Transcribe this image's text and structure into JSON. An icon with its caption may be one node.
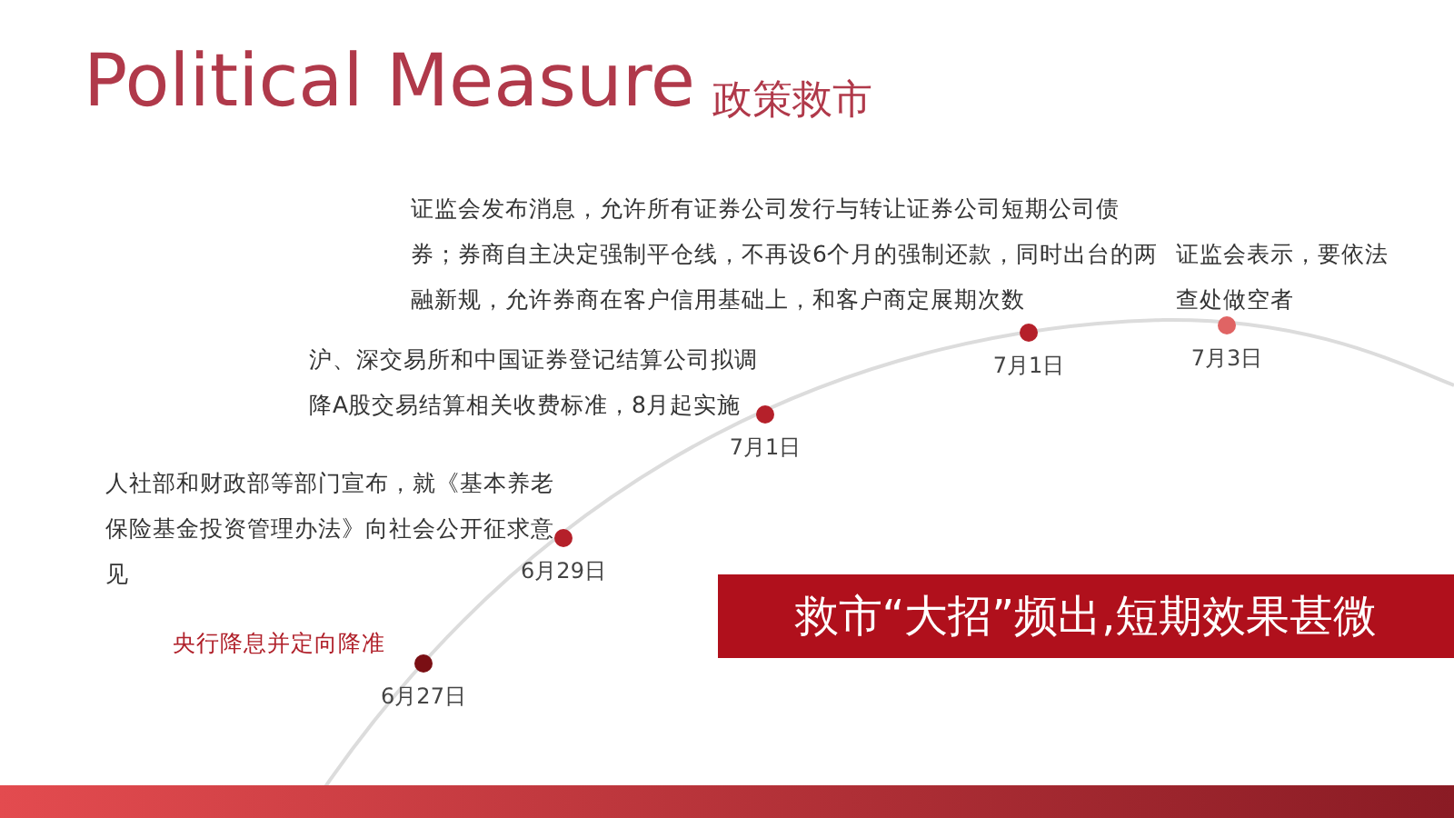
{
  "diagram": {
    "title": "Political Measure",
    "nodes": [
      {
        "text": [
          "救市“大招”频出,短期效果甚微"
        ]
      },
      {
        "text": [],
        "shape": "circle",
        "beside": [
          "6月27日"
        ]
      },
      {
        "text": [],
        "shape": "circle",
        "beside": [
          "6月29日"
        ]
      },
      {
        "text": [],
        "shape": "circle",
        "beside": [
          "7月1日"
        ]
      },
      {
        "text": [],
        "shape": "circle",
        "beside": [
          "7月1日"
        ]
      },
      {
        "text": [],
        "shape": "circle",
        "beside": [
          "7月3日"
        ]
      }
    ],
    "labels": [
      "政策救市",
      "证监会发布消息，允许所有证券公司发行与转让证券公司短期公司债券；券商自主决定强制平仓线，不再设6个月的强制还款，同时出台的两融新规，允许券商在客户信用基础上，和客户商定展期次数",
      "证监会表示，要依法查处做空者",
      "沪、深交易所和中国证券登记结算公司拟调降A股交易结算相关收费标准，8月起实施",
      "人社部和财政部等部门宣布，就《基本养老保险基金投资管理办法》向社会公开征求意见",
      "央行降息并定向降准"
    ]
  }
}
